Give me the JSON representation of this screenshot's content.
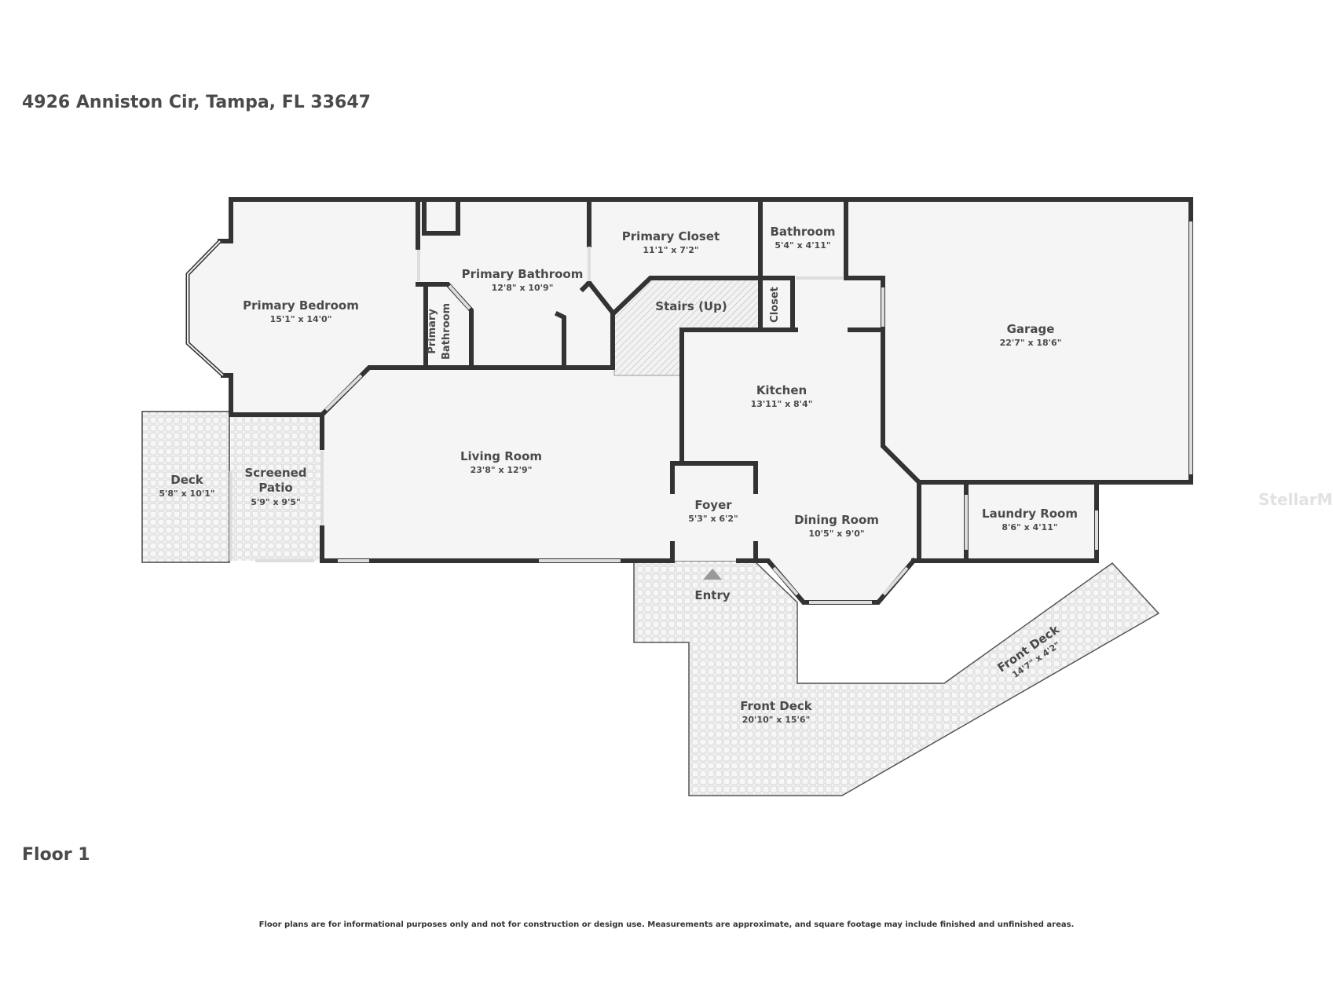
{
  "header": {
    "address": "4926 Anniston Cir, Tampa, FL 33647"
  },
  "floor_label": "Floor 1",
  "disclaimer": "Floor plans are for informational purposes only and not for construction or design use. Measurements are approximate, and square footage may include finished and unfinished areas.",
  "watermark": "StellarMLS",
  "rooms": {
    "primary_bedroom": {
      "name": "Primary Bedroom",
      "dims": "15'1\" x 14'0\""
    },
    "primary_bathroom": {
      "name": "Primary Bathroom",
      "dims": "12'8\" x 10'9\""
    },
    "primary_bathroom_small": {
      "line1": "Primary",
      "line2": "Bathroom"
    },
    "primary_closet": {
      "name": "Primary Closet",
      "dims": "11'1\" x 7'2\""
    },
    "bathroom": {
      "name": "Bathroom",
      "dims": "5'4\" x 4'11\""
    },
    "garage": {
      "name": "Garage",
      "dims": "22'7\" x 18'6\""
    },
    "stairs": {
      "name": "Stairs (Up)"
    },
    "closet": {
      "name": "Closet"
    },
    "kitchen": {
      "name": "Kitchen",
      "dims": "13'11\" x 8'4\""
    },
    "living_room": {
      "name": "Living Room",
      "dims": "23'8\" x 12'9\""
    },
    "deck": {
      "name": "Deck",
      "dims": "5'8\" x 10'1\""
    },
    "screened_patio": {
      "line1": "Screened",
      "line2": "Patio",
      "dims": "5'9\" x 9'5\""
    },
    "foyer": {
      "name": "Foyer",
      "dims": "5'3\" x 6'2\""
    },
    "dining_room": {
      "name": "Dining Room",
      "dims": "10'5\" x 9'0\""
    },
    "laundry_room": {
      "name": "Laundry Room",
      "dims": "8'6\" x 4'11\""
    },
    "entry": {
      "name": "Entry"
    },
    "front_deck": {
      "name": "Front Deck",
      "dims": "20'10\" x 15'6\""
    },
    "front_deck_diag": {
      "name": "Front Deck",
      "dims": "14'7\" x 4'2\""
    }
  },
  "colors": {
    "wall": "#333333",
    "floor": "#f5f5f5",
    "deck": "#f0f0f0",
    "text": "#4a4a4a"
  }
}
